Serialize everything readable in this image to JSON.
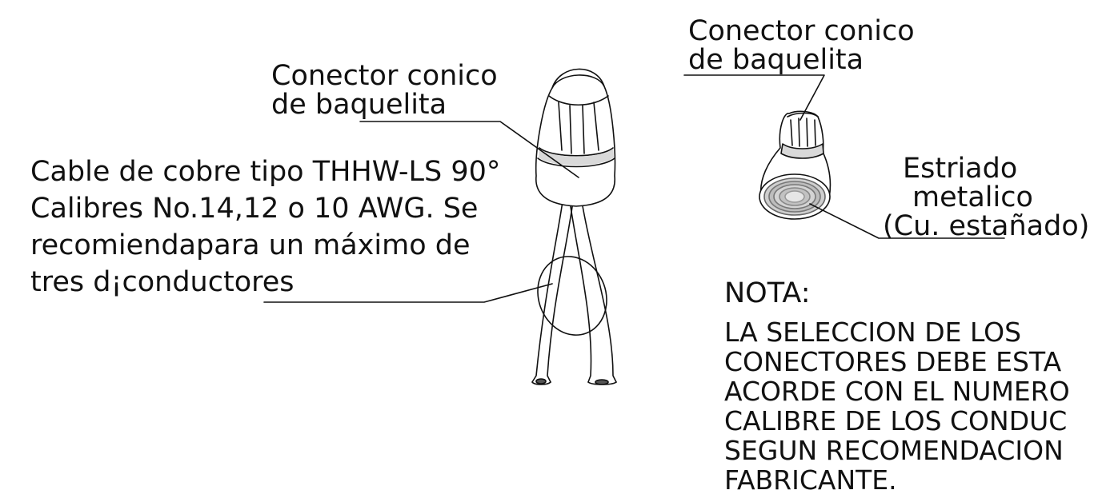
{
  "labels": {
    "left_connector": {
      "line1": "Conector conico",
      "line2": "de baquelita"
    },
    "cable": {
      "line1": "Cable de cobre tipo THHW-LS 90°",
      "line2": "Calibres No.14,12 o 10 AWG.  Se",
      "line3": "recomiendapara un máximo de",
      "line4": "tres d¡conductores"
    },
    "right_connector": {
      "line1": "Conector conico",
      "line2": "de baquelita"
    },
    "estriado": {
      "line1": "Estriado",
      "line2": "metalico",
      "line3": "(Cu. estañado)"
    }
  },
  "note": {
    "title": "NOTA:",
    "lines": [
      "LA  SELECCION DE LOS",
      "CONECTORES  DEBE ESTA",
      "ACORDE CON  EL NUMERO",
      "CALIBRE DE LOS CONDUC",
      "SEGUN RECOMENDACION",
      "FABRICANTE."
    ]
  },
  "colors": {
    "ink": "#111111",
    "shade": "#d0d0d0",
    "cap": "#f2f2f2"
  }
}
